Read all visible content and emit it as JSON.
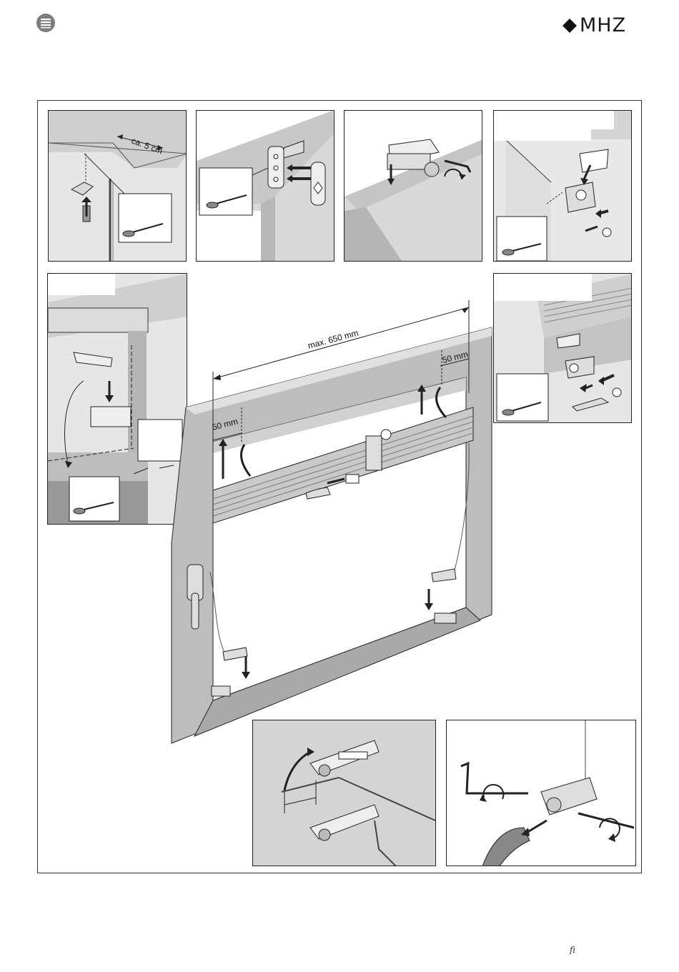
{
  "header": {
    "brand": "MHZ",
    "logo_icon": "diamond-icon",
    "page_icon": "stacked-bars-icon"
  },
  "panels": {
    "p1": {
      "dimension": "ca. 5 cm"
    },
    "main": {
      "width_dimension": "max. 650 mm",
      "left_offset": "50 mm",
      "right_offset": "50 mm"
    }
  },
  "footer": {
    "note": "fi"
  },
  "colors": {
    "panel_gray": "#d9d9d9",
    "dark_gray": "#8a8a8a",
    "line": "#222222"
  }
}
